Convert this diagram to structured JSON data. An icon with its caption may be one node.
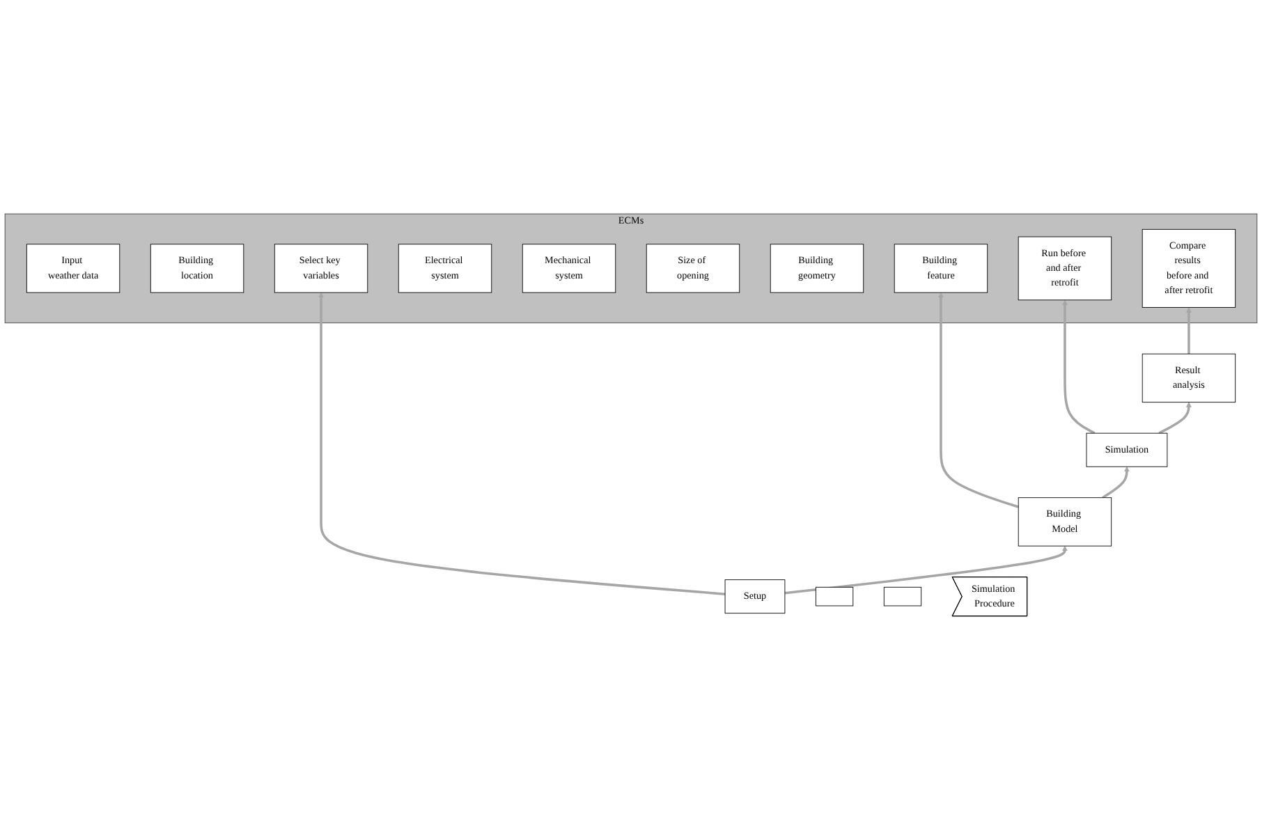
{
  "diagram": {
    "nodes": [
      {
        "text": [
          "ECMs"
        ]
      },
      {
        "text": [
          "Input weather data"
        ],
        "in": 0
      },
      {
        "text": [
          "Building location"
        ],
        "in": 0
      },
      {
        "text": [
          "Select key variables"
        ],
        "in": 0
      },
      {
        "text": [
          "Electrical system"
        ],
        "in": 0
      },
      {
        "text": [
          "Mechanical system"
        ],
        "in": 0
      },
      {
        "text": [
          "Size of opening"
        ],
        "in": 0
      },
      {
        "text": [
          "Building geometry"
        ],
        "in": 0
      },
      {
        "text": [
          "Building feature"
        ],
        "in": 0
      },
      {
        "text": [
          "Run before and after retrofit"
        ],
        "in": 0
      },
      {
        "text": [
          "Compare results before and after retrofit"
        ],
        "in": 0
      },
      {
        "text": [
          "Setup"
        ]
      },
      {
        "text": [
          "Building Model"
        ]
      },
      {
        "text": [
          "Simulation"
        ]
      },
      {
        "text": [
          "Result analysis"
        ]
      },
      {
        "text": [],
        "shape": "box"
      },
      {
        "text": [],
        "shape": "box"
      },
      {
        "text": [
          "Simulation Procedure"
        ]
      }
    ],
    "edges": [
      {
        "from": 11,
        "to": 3,
        "arrow": "to"
      },
      {
        "from": 12,
        "to": 8,
        "arrow": "to"
      },
      {
        "from": 13,
        "to": 9,
        "arrow": "to"
      },
      {
        "from": 14,
        "to": 10,
        "arrow": "to"
      },
      {
        "from": 11,
        "to": 12,
        "arrow": "to"
      },
      {
        "from": 12,
        "to": 13,
        "arrow": "to"
      },
      {
        "from": 13,
        "to": 14,
        "arrow": "to"
      }
    ]
  }
}
